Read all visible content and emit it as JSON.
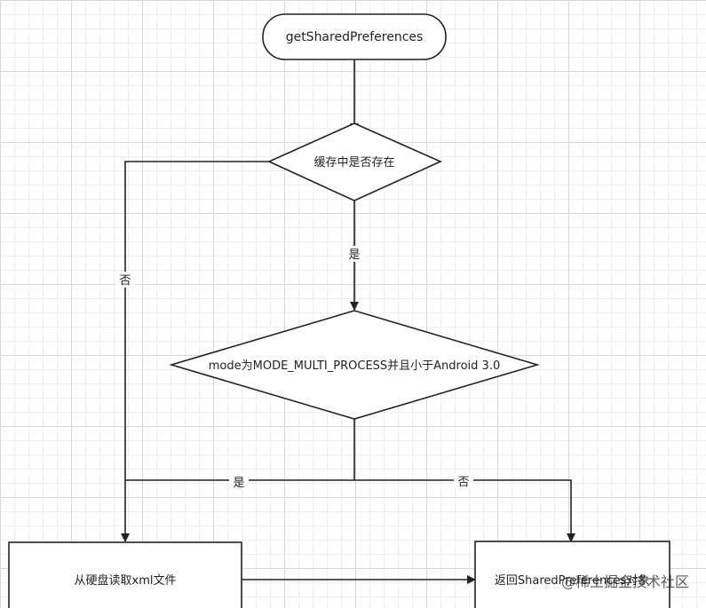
{
  "nodes": {
    "start": "getSharedPreferences",
    "cache_check": "缓存中是否存在",
    "mode_check": "mode为MODE_MULTI_PROCESS并且小于Android 3.0",
    "read_disk": "从硬盘读取xml文件",
    "return_obj": "返回SharedPreferences对象"
  },
  "edges": {
    "cache_yes": "是",
    "cache_no": "否",
    "mode_yes": "是",
    "mode_no": "否"
  },
  "watermark": "@稀土掘金技术社区",
  "colors": {
    "stroke": "#222222",
    "fill": "#ffffff",
    "grid": "#d7d7d7"
  }
}
